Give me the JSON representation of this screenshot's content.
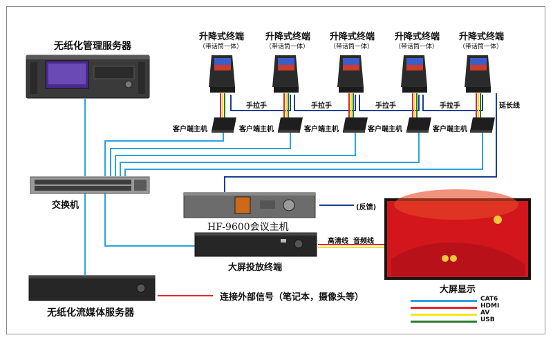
{
  "colors": {
    "cat6": "#2aa3df",
    "hdmi": "#e0262a",
    "av": "#f2e51a",
    "usb": "#2b7a2e",
    "extension": "#1c3f94",
    "screen_red": "#d3161b"
  },
  "labels": {
    "mgmt_server": "无纸化管理服务器",
    "switch": "交换机",
    "conf_host": "HF-9600会议主机",
    "feedback": "(反馈)",
    "big_screen_terminal": "大屏投放终端",
    "big_screen_display": "大屏显示",
    "hd_cable": "高清线",
    "audio_cable": "音频线",
    "streaming_server": "无纸化流媒体服务器",
    "external_signal": "连接外部信号（笔记本，摄像头等）",
    "extension_cable": "延长线",
    "client_host": "客户端主机",
    "hand_pull": "手拉手"
  },
  "terminals": [
    {
      "title": "升降式终端",
      "subtitle": "（带话筒一体）"
    },
    {
      "title": "升降式终端",
      "subtitle": "（带话筒一体）"
    },
    {
      "title": "升降式终端",
      "subtitle": "（带话筒一体）"
    },
    {
      "title": "升降式终端",
      "subtitle": "（带话筒一体）"
    },
    {
      "title": "升降式终端",
      "subtitle": "（带话筒一体）"
    }
  ],
  "hand_pull_labels": [
    "手拉手",
    "手拉手",
    "手拉手",
    "手拉手"
  ],
  "client_hosts": [
    "客户端主机",
    "客户端主机",
    "客户端主机",
    "客户端主机",
    "客户端主机"
  ],
  "legend": [
    {
      "name": "CAT6",
      "color": "#2aa3df"
    },
    {
      "name": "HDMI",
      "color": "#e0262a"
    },
    {
      "name": "AV",
      "color": "#f2e51a"
    },
    {
      "name": "USB",
      "color": "#2b7a2e"
    }
  ]
}
